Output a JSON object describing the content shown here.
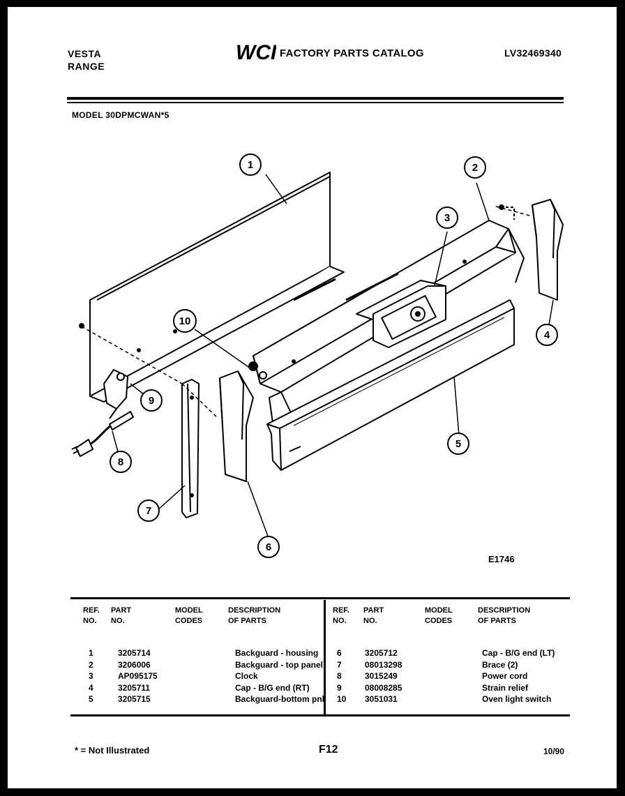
{
  "header": {
    "brand_line1": "VESTA",
    "brand_line2": "RANGE",
    "logo_text": "WCI",
    "catalog_title": "FACTORY PARTS CATALOG",
    "catalog_number": "LV32469340"
  },
  "model_line": "MODEL 30DPMCWAN*5",
  "figure_code": "E1746",
  "callouts": [
    "1",
    "2",
    "3",
    "4",
    "5",
    "6",
    "7",
    "8",
    "9",
    "10"
  ],
  "table": {
    "headers": {
      "ref": "REF.\nNO.",
      "part": "PART\nNO.",
      "model": "MODEL\nCODES",
      "desc": "DESCRIPTION\nOF PARTS"
    },
    "left_rows": [
      {
        "ref": "1",
        "part": "3205714",
        "desc": "Backguard - housing"
      },
      {
        "ref": "2",
        "part": "3206006",
        "desc": "Backguard - top panel"
      },
      {
        "ref": "3",
        "part": "AP095175",
        "desc": "Clock"
      },
      {
        "ref": "4",
        "part": "3205711",
        "desc": "Cap - B/G end (RT)"
      },
      {
        "ref": "5",
        "part": "3205715",
        "desc": "Backguard-bottom pnl"
      }
    ],
    "right_rows": [
      {
        "ref": "6",
        "part": "3205712",
        "desc": "Cap - B/G end (LT)"
      },
      {
        "ref": "7",
        "part": "08013298",
        "desc": "Brace (2)"
      },
      {
        "ref": "8",
        "part": "3015249",
        "desc": "Power cord"
      },
      {
        "ref": "9",
        "part": "08008285",
        "desc": "Strain relief"
      },
      {
        "ref": "10",
        "part": "3051031",
        "desc": "Oven light switch"
      }
    ]
  },
  "footer": {
    "note": "* = Not Illustrated",
    "page": "F12",
    "date": "10/90"
  }
}
